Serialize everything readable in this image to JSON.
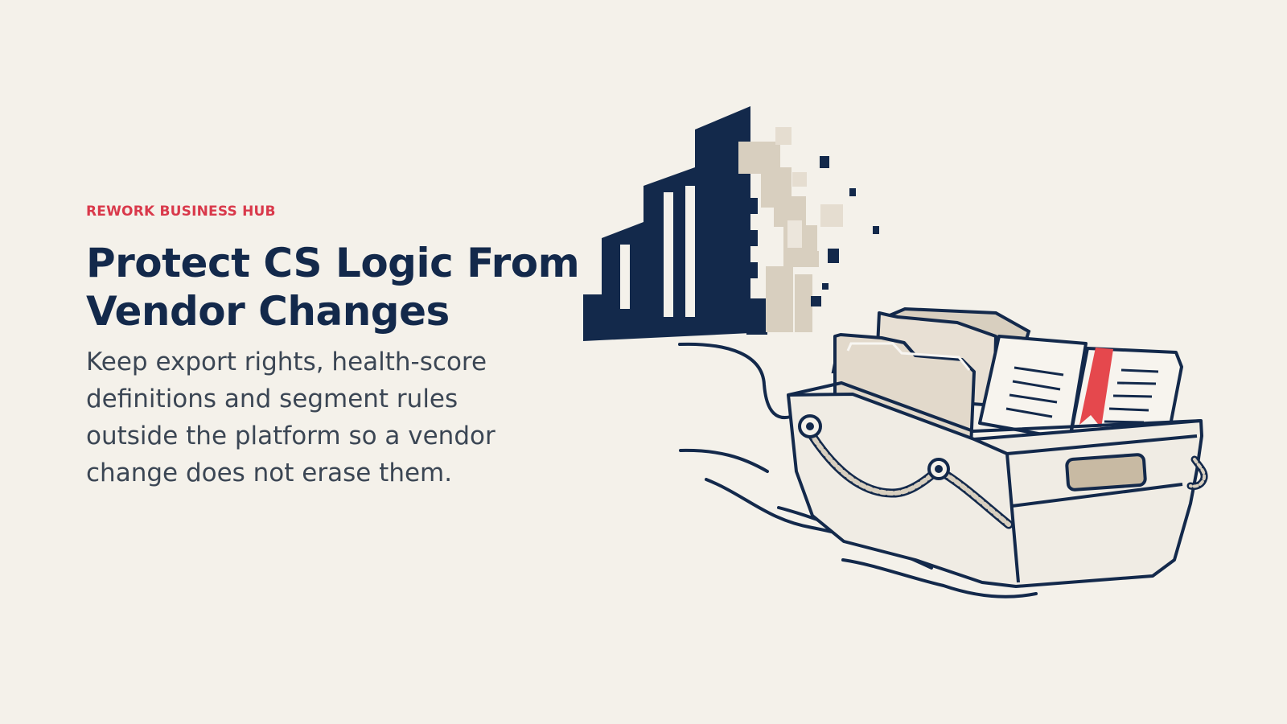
{
  "hero": {
    "eyebrow": "REWORK BUSINESS HUB",
    "title": "Protect CS Logic From Vendor Changes",
    "description": "Keep export rights, health-score definitions and segment rules outside the platform so a vendor change does not erase them."
  },
  "colors": {
    "background": "#f4f1ea",
    "accent": "#d9394b",
    "navy": "#13294b",
    "body_text": "#3b4654",
    "beige": "#d8cfbf",
    "cream": "#f0ece4"
  },
  "illustration": {
    "icons": [
      "building-icon",
      "basket-icon",
      "folder-icon",
      "book-icon",
      "bookmark-icon",
      "rope-icon",
      "waves-icon"
    ]
  }
}
